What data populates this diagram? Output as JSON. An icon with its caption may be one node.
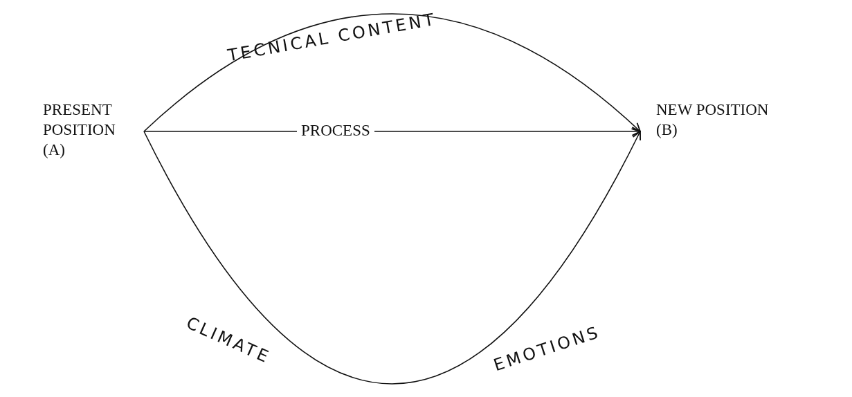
{
  "diagram": {
    "nodes": [
      {
        "text": [
          "PRESENT POSITION (A)"
        ]
      },
      {
        "text": [
          "NEW POSITION (B)"
        ]
      }
    ],
    "edges": [
      {
        "from": 0,
        "to": 1,
        "arrow": "to",
        "label": "TECNICAL CONTENT"
      },
      {
        "from": 0,
        "to": 1,
        "arrow": "to",
        "label": "PROCESS"
      },
      {
        "from": 0,
        "to": 1,
        "arrow": "to"
      }
    ],
    "labels": [
      "CLIMATE",
      "EMOTIONS"
    ]
  }
}
